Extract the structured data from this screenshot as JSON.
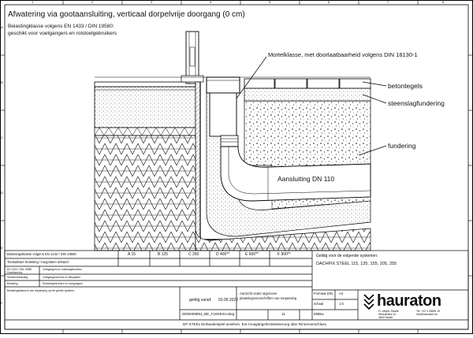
{
  "title": "Afwatering via gootaansluiting, verticaal dorpelvrije doorgang (0 cm)",
  "subtitle_line1": "Belastingklasse volgens EN 1433 / DIN 19580:",
  "subtitle_line2": "geschikt voor voetgangers en rolstoelgebruikers",
  "labels": {
    "mortel": "Mortelklasse, met doorlaatbaarheid volgens DIN 18130-1",
    "betontegels": "betontegels",
    "steenslag": "steenslagfundering",
    "fundering": "fundering",
    "aansluiting": "Aansluiting DN 110"
  },
  "border": {
    "cols": [
      "1",
      "2",
      "3",
      "4",
      "5",
      "6",
      "7",
      "8"
    ],
    "rows": [
      "A",
      "B",
      "C",
      "D",
      "E",
      "F"
    ]
  },
  "titleblock": {
    "row1_left": "Belastingsklasse volgens EN 1433 / DIN 19580",
    "row2_left": "Toelaatbare belasting / toegelaten afstand",
    "load_classes": [
      "A 15",
      "B 125",
      "C 250",
      "D 400**",
      "E 600**",
      "F 900**"
    ],
    "valid_for": "Geldig voor de volgende systemen:",
    "systems": "DACHFIX STEEL 115, 135, 155, 205, 255",
    "small_left_1": "EN 1433 / DIN 19580",
    "small_left_2": "Goedkeuring",
    "small_left_3": "Verkeersbelasting",
    "small_left_4": "Belasting",
    "small_mid_1": "Voetgangers en rolstoelgebruikers",
    "small_mid_2": "Voetgangerszones en fietspaden",
    "small_mid_3": "Rolstoelgebruikers en voetgangers",
    "notes": "Belastingsklasse is van toepassing op het gehele systeem.",
    "geldig_label": "geldig vanaf:",
    "geldig_date": "03.05.2022",
    "doc_number": "0000009853_BE_FLEMISH.dwg",
    "page": "11",
    "note_box_1": "Aanzicht onder algemene",
    "note_box_2": "plaatsingsvoorschriften van toepassing",
    "format_label": "Formaat DIN",
    "format_value": "A4",
    "scale_label": "schaal",
    "scale_value": "1:5",
    "ebbw": "EBBw",
    "logo": "hauraton",
    "address_1": "Fr.-Meyer-Straße",
    "address_2": "Werkstraße 24",
    "address_3": "4840 Haselt",
    "tel": "Tel. +32 4 25695 15",
    "email": "info@hauraton.be",
    "footer": "DF-STEEL Einbaubeispiel ansehen. Ein-/Ausgänge/Entwässerung über Rinnenanschluss"
  }
}
